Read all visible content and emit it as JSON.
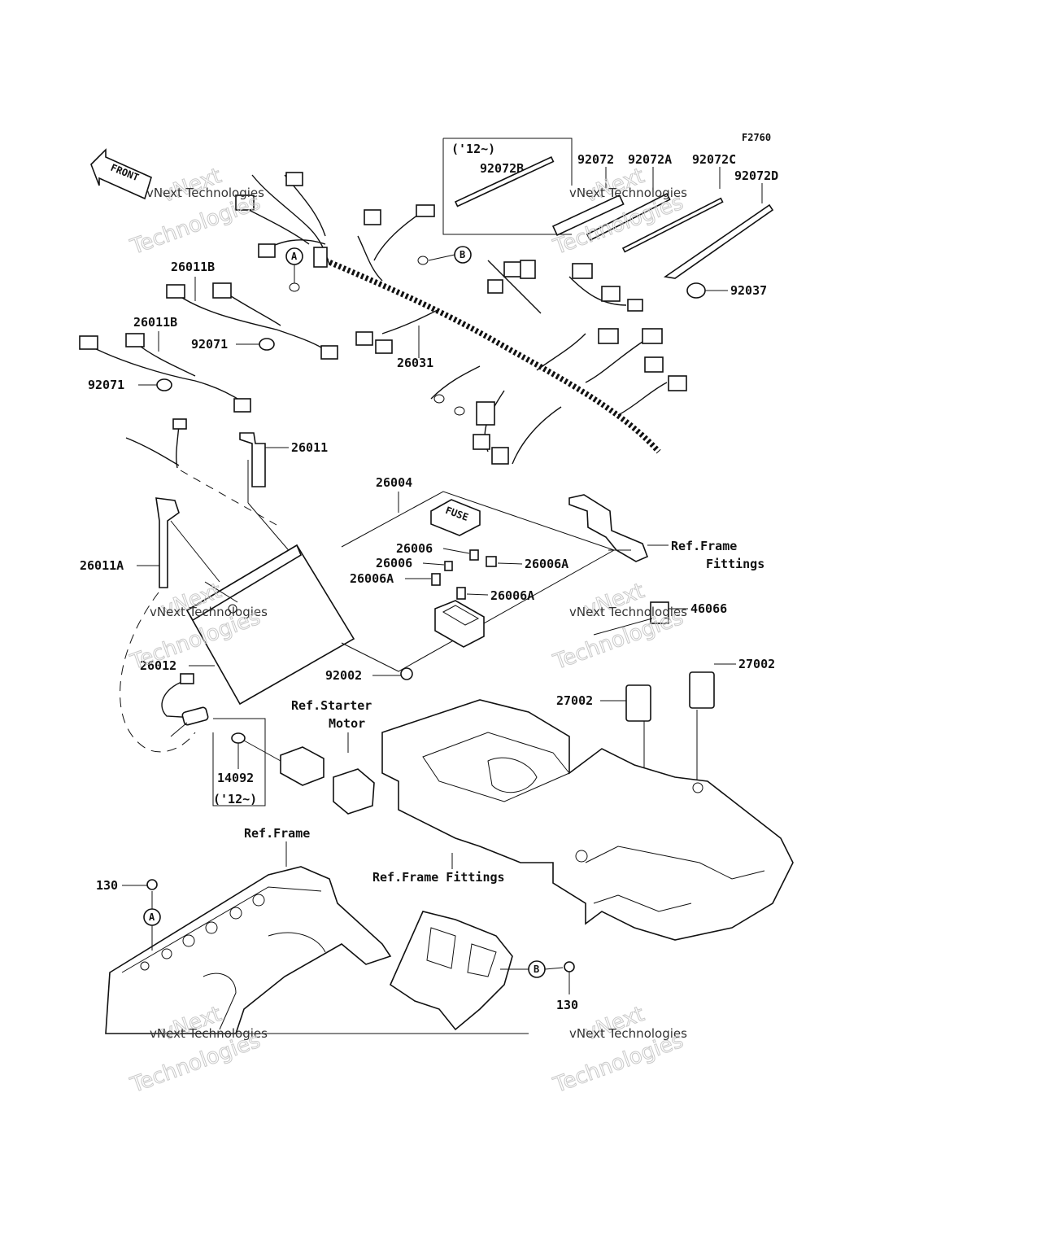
{
  "figure_code": "F2760",
  "front_label": "FRONT",
  "watermark": {
    "line1": "vNext",
    "line2": "vNext Technologies",
    "line3": "Technologies"
  },
  "callouts": {
    "a": "A",
    "b": "B"
  },
  "labels": {
    "box_year_top": "('12~)",
    "p92072B": "92072B",
    "p92072": "92072",
    "p92072A": "92072A",
    "p92072C": "92072C",
    "p92072D": "92072D",
    "p92037": "92037",
    "p26011B_1": "26011B",
    "p26011B_2": "26011B",
    "p92071_1": "92071",
    "p92071_2": "92071",
    "p26031": "26031",
    "p26011": "26011",
    "p26004": "26004",
    "p26006_1": "26006",
    "p26006_2": "26006",
    "p26006A_1": "26006A",
    "p26006A_2": "26006A",
    "p26006A_3": "26006A",
    "ref_frame_fittings_1a": "Ref.Frame",
    "ref_frame_fittings_1b": "Fittings",
    "p26011A": "26011A",
    "p46066": "46066",
    "p92002": "92002",
    "p27002_1": "27002",
    "p27002_2": "27002",
    "p26012": "26012",
    "ref_starter_a": "Ref.Starter",
    "ref_starter_b": "Motor",
    "p14092": "14092",
    "box_year_bottom": "('12~)",
    "ref_frame": "Ref.Frame",
    "ref_frame_fittings_2": "Ref.Frame Fittings",
    "p130_1": "130",
    "p130_2": "130"
  },
  "fuse_text": "FUSE"
}
